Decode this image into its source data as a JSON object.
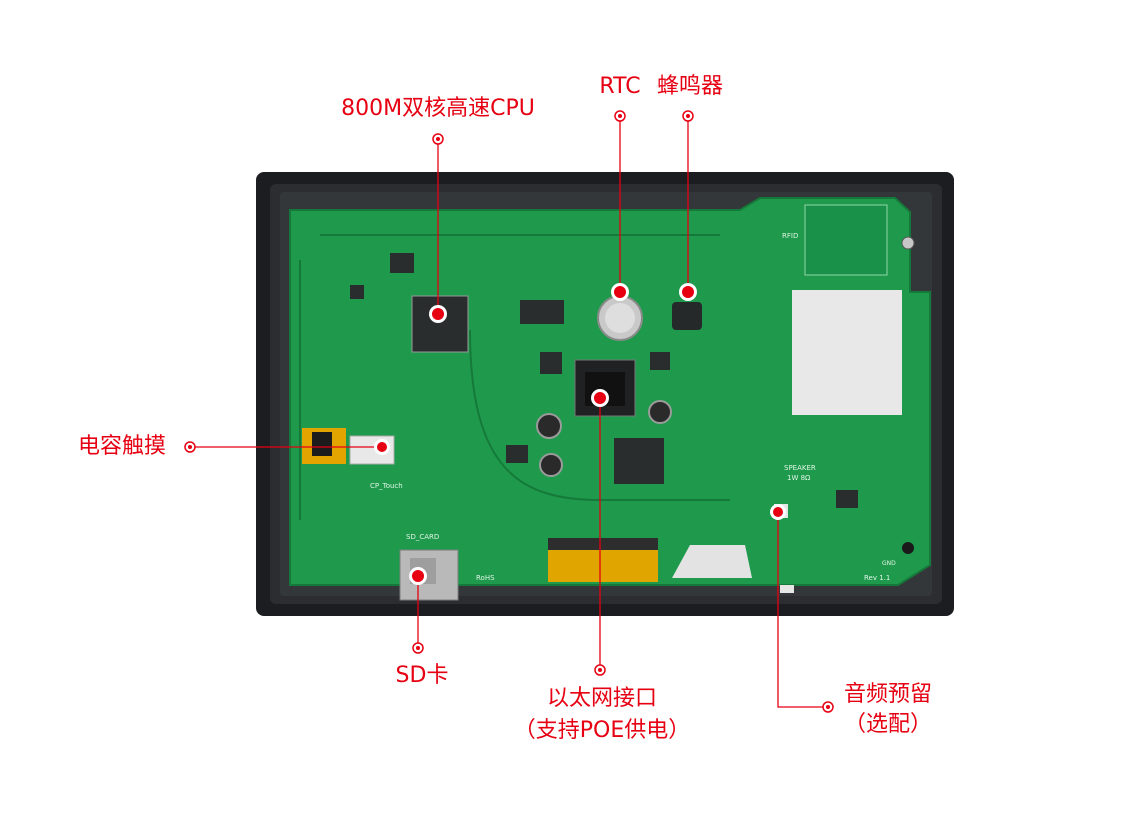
{
  "colors": {
    "accent": "#e60012",
    "housing": "#2b2d30",
    "housing_edge": "#1c1d20",
    "pcb": "#1f9a4c",
    "pcb_dark": "#157a39",
    "chip": "#2a2d2e",
    "foam": "#e8e8e8",
    "silk": "#dff5e6"
  },
  "callouts": [
    {
      "id": "cpu",
      "label": "800M双核高速CPU"
    },
    {
      "id": "rtc",
      "label": "RTC"
    },
    {
      "id": "buzzer",
      "label": "蜂鸣器"
    },
    {
      "id": "touch",
      "label": "电容触摸"
    },
    {
      "id": "sd",
      "label": "SD卡"
    },
    {
      "id": "ethernet",
      "label": "以太网接口",
      "label2": "（支持POE供电）"
    },
    {
      "id": "audio",
      "label": "音频预留",
      "label2": "（选配）"
    }
  ],
  "board_marks": {
    "rfid": "RFID",
    "speaker": "SPEAKER",
    "speaker_spec": "1W 8Ω",
    "cp_touch": "CP_Touch",
    "sd_card": "SD_CARD",
    "rohs": "RoHS",
    "rev": "Rev 1.1",
    "gnd": "GND"
  }
}
